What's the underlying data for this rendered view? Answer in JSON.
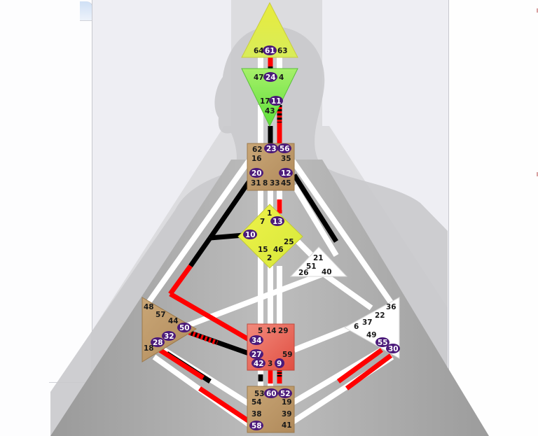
{
  "colors": {
    "panel_bg": "#eeeef3",
    "body_silhouette": "#a9a9a9",
    "head_silhouette": "#d4d4d6",
    "channel_inactive": "#ffffff",
    "channel_design": "#ff0000",
    "channel_personality": "#000000",
    "gate_badge": "#4b1a7a",
    "head_center": "#e3ef3a",
    "ajna_center": "#7be83a",
    "throat_center": "#c09a6b",
    "g_center": "#e6ef3a",
    "ego_center": "#ffffff",
    "spleen_center": "#c09a6b",
    "sacral_center": "#ef6b5e",
    "solar_plexus_center": "#ffffff",
    "root_center": "#c09a6b"
  },
  "centers": {
    "head": {
      "gates": {
        "g64": "64",
        "g61": "61",
        "g63": "63"
      },
      "active": [
        "61"
      ]
    },
    "ajna": {
      "gates": {
        "g47": "47",
        "g24": "24",
        "g4": "4",
        "g17": "17",
        "g11": "11",
        "g43": "43"
      },
      "active": [
        "24",
        "11"
      ]
    },
    "throat": {
      "gates": {
        "g62": "62",
        "g23": "23",
        "g56": "56",
        "g16": "16",
        "g35": "35",
        "g20": "20",
        "g12": "12",
        "g31": "31",
        "g8": "8",
        "g33": "33",
        "g45": "45"
      },
      "active": [
        "23",
        "56",
        "20",
        "12"
      ]
    },
    "g": {
      "gates": {
        "g1": "1",
        "g7": "7",
        "g13": "13",
        "g10": "10",
        "g25": "25",
        "g15": "15",
        "g46": "46",
        "g2": "2"
      },
      "active": [
        "13",
        "10"
      ]
    },
    "ego": {
      "gates": {
        "g21": "21",
        "g51": "51",
        "g26": "26",
        "g40": "40"
      },
      "active": []
    },
    "spleen": {
      "gates": {
        "g48": "48",
        "g57": "57",
        "g44": "44",
        "g50": "50",
        "g32": "32",
        "g28": "28",
        "g18": "18"
      },
      "active": [
        "50",
        "32",
        "28"
      ]
    },
    "sacral": {
      "gates": {
        "g5": "5",
        "g14": "14",
        "g29": "29",
        "g34": "34",
        "g27": "27",
        "g59": "59",
        "g42": "42",
        "g3": "3",
        "g9": "9"
      },
      "active": [
        "34",
        "27",
        "42",
        "9"
      ]
    },
    "solar_plexus": {
      "gates": {
        "g36": "36",
        "g22": "22",
        "g37": "37",
        "g6": "6",
        "g49": "49",
        "g55": "55",
        "g30": "30"
      },
      "active": [
        "55",
        "30"
      ]
    },
    "root": {
      "gates": {
        "g53": "53",
        "g60": "60",
        "g52": "52",
        "g54": "54",
        "g19": "19",
        "g38": "38",
        "g39": "39",
        "g58": "58",
        "g41": "41"
      },
      "active": [
        "60",
        "52",
        "58"
      ]
    }
  }
}
